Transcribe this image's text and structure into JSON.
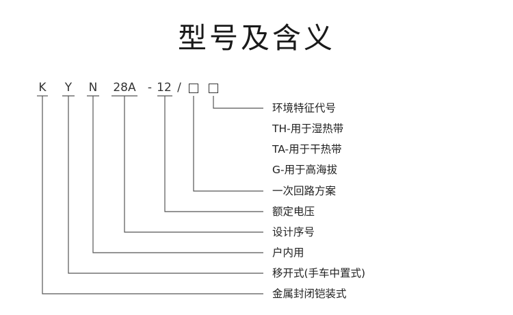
{
  "title": "型号及含义",
  "code": {
    "k": "K",
    "y": "Y",
    "n": "N",
    "design": "28A",
    "dash": "-",
    "voltage": "12",
    "slash": "/"
  },
  "legend": [
    "环境特征代号",
    "TH-用于湿热带",
    "TA-用于干热带",
    "G-用于高海拔",
    "一次回路方案",
    "额定电压",
    "设计序号",
    "户内用",
    "移开式(手车中置式)",
    "金属封闭铠装式"
  ]
}
